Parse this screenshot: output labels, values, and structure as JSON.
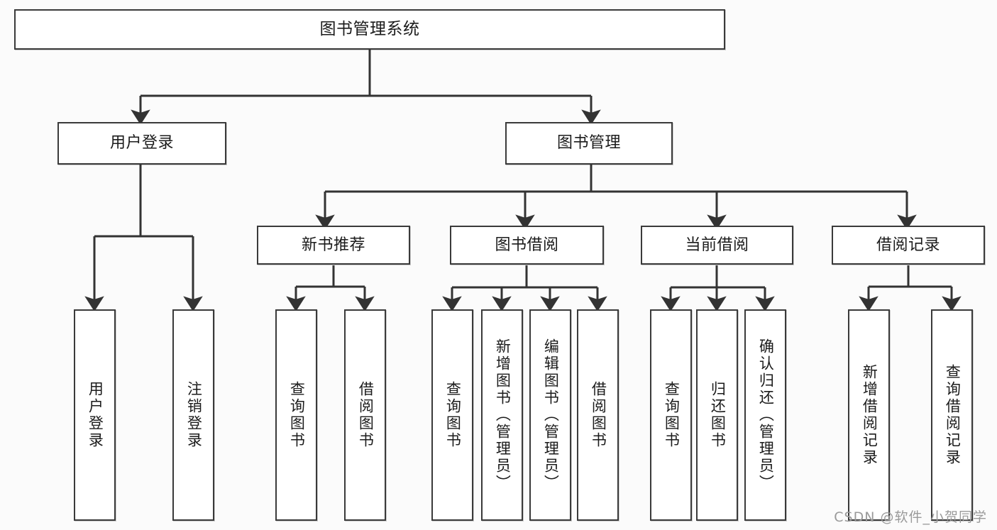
{
  "diagram": {
    "title": "图书管理系统",
    "type": "tree-hierarchy-diagram",
    "colors": {
      "box_border": "#3a3a3a",
      "box_fill": "#ffffff",
      "connector": "#333333",
      "text": "#1b1b1b",
      "background": "#fbfbfb",
      "watermark": "#9a9a9a"
    },
    "root": {
      "label": "图书管理系统"
    },
    "level2": [
      {
        "label": "用户登录"
      },
      {
        "label": "图书管理"
      }
    ],
    "level3": [
      {
        "label": "新书推荐"
      },
      {
        "label": "图书借阅"
      },
      {
        "label": "当前借阅"
      },
      {
        "label": "借阅记录"
      }
    ],
    "leaves": {
      "user_login": [
        {
          "label": "用户登录"
        },
        {
          "label": "注销登录"
        }
      ],
      "new_book_recommend": [
        {
          "label": "查询图书"
        },
        {
          "label": "借阅图书"
        }
      ],
      "book_borrow": [
        {
          "label": "查询图书"
        },
        {
          "label": "新增图书（管理员）"
        },
        {
          "label": "编辑图书（管理员）"
        },
        {
          "label": "借阅图书"
        }
      ],
      "current_borrow": [
        {
          "label": "查询图书"
        },
        {
          "label": "归还图书"
        },
        {
          "label": "确认归还（管理员）"
        }
      ],
      "borrow_records": [
        {
          "label": "新增借阅记录"
        },
        {
          "label": "查询借阅记录"
        }
      ]
    },
    "watermark": "CSDN @软件_小贺同学"
  }
}
